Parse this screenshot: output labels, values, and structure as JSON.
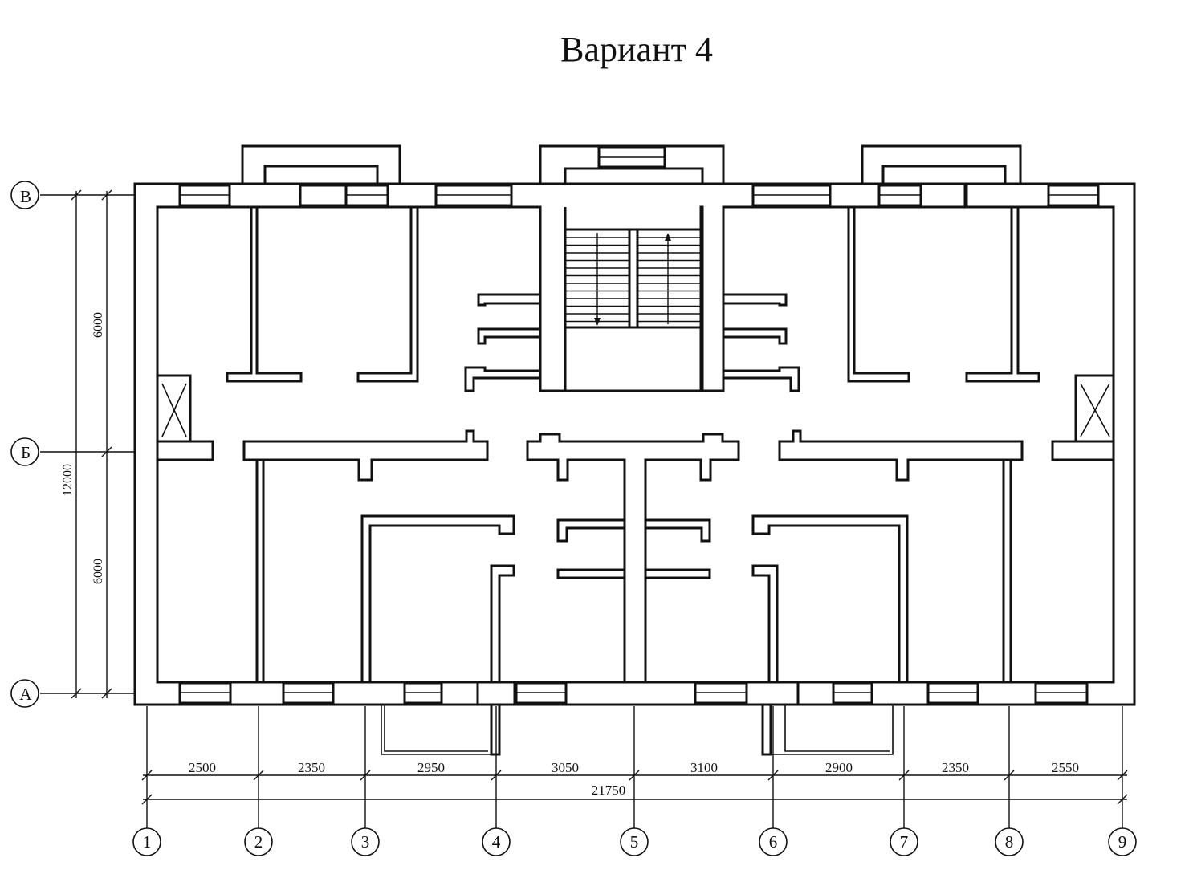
{
  "title": "Вариант 4",
  "axes_vertical": [
    "1",
    "2",
    "3",
    "4",
    "5",
    "6",
    "7",
    "8",
    "9"
  ],
  "axes_horizontal": [
    "В",
    "Б",
    "А"
  ],
  "dimensions_horizontal": [
    "2500",
    "2350",
    "2950",
    "3050",
    "3100",
    "2900",
    "2350",
    "2550"
  ],
  "dimension_total_horizontal": "21750",
  "dimensions_vertical": [
    "6000",
    "6000"
  ],
  "dimension_total_vertical": "12000"
}
